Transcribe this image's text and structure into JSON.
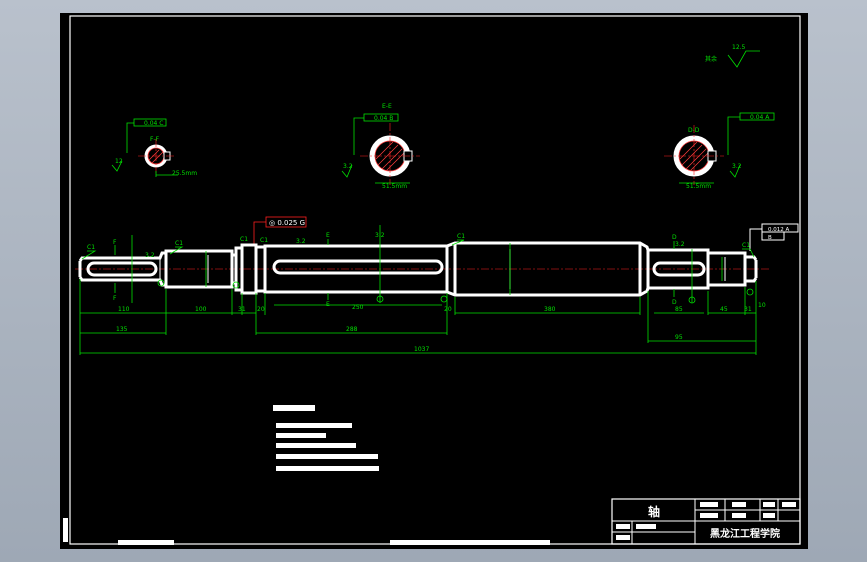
{
  "drawing": {
    "part_name": "轴",
    "school": "黑龙江工程学院",
    "roughness_symbol": "12.5",
    "tolerance_tags": {
      "runout_top": "◎ 0.025 G",
      "ff_tol": "0.04 C",
      "ee_tol": "0.04 B",
      "dd_tol": "0.04 A",
      "right_tol_1": "0.012 A",
      "right_tol_2": "B"
    },
    "sections": {
      "ff": "F-F",
      "ee": "E-E",
      "dd": "D-D"
    },
    "section_dims": {
      "ff": "25.5mm",
      "ee": "51.5mm",
      "dd": "51.5mm"
    },
    "chamfer_label": "C1",
    "key_labels": {
      "f_left": "F",
      "f_right": "F",
      "e_top": "E",
      "e_bottom": "E",
      "d_top": "D",
      "d_bottom": "D"
    },
    "dims": {
      "d110": "110",
      "d100": "100",
      "d31a": "31",
      "d20a": "20",
      "d250": "250",
      "d20b": "20",
      "d380": "380",
      "d85": "85",
      "d45": "45",
      "d31b": "31",
      "d10": "10",
      "d135": "135",
      "d288": "288",
      "d95": "95",
      "d1037": "1037"
    }
  }
}
